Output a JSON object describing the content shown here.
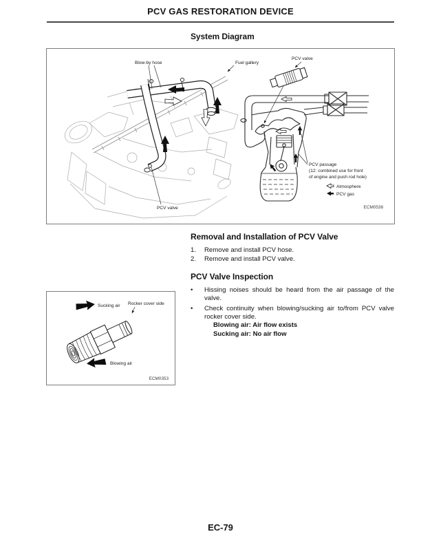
{
  "page": {
    "header_title": "PCV GAS RESTORATION DEVICE",
    "page_number": "EC-79"
  },
  "sections": {
    "system_diagram": {
      "heading": "System Diagram",
      "figure": {
        "labels": {
          "blow_by_hose": "Blow-by hose",
          "fuel_gallery": "Fuel gallery",
          "pcv_valve_top": "PCV valve",
          "pcv_valve_bottom": "PCV valve",
          "pcv_passage_line1": "PCV passage",
          "pcv_passage_line2": "(12: combined use for front",
          "pcv_passage_line3": "of engine and push rod hole)",
          "legend_atmosphere": "Atmosphere",
          "legend_pcv_gas": "PCV gas"
        },
        "code": "ECM0538"
      }
    },
    "removal": {
      "heading": "Removal and Installation of PCV Valve",
      "steps": [
        {
          "num": "1.",
          "text": "Remove and install PCV hose."
        },
        {
          "num": "2.",
          "text": "Remove and install PCV valve."
        }
      ]
    },
    "inspection": {
      "heading": "PCV Valve Inspection",
      "bullet_marker": "•",
      "bullets": [
        "Hissing noises should be heard from the air passage of the valve.",
        "Check continuity when blowing/sucking air to/from PCV valve rocker cover side."
      ],
      "results": [
        "Blowing air: Air flow exists",
        "Sucking air: No air flow"
      ],
      "figure": {
        "labels": {
          "sucking_air": "Sucking air",
          "rocker_cover_side": "Rocker cover side",
          "blowing_air": "Blowing air"
        },
        "code": "ECM0353"
      }
    }
  }
}
